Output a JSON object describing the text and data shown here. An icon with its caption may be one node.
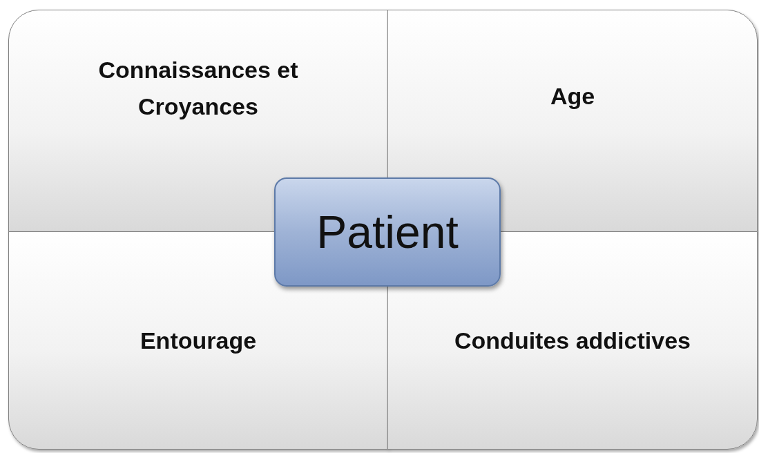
{
  "diagram": {
    "nodes": [
      {
        "text": [
          "Connaissances et Croyances"
        ]
      },
      {
        "text": [
          "Age"
        ]
      },
      {
        "text": [
          "Patient"
        ]
      },
      {
        "text": [
          "Entourage"
        ]
      },
      {
        "text": [
          "Conduites addictives"
        ]
      }
    ]
  }
}
